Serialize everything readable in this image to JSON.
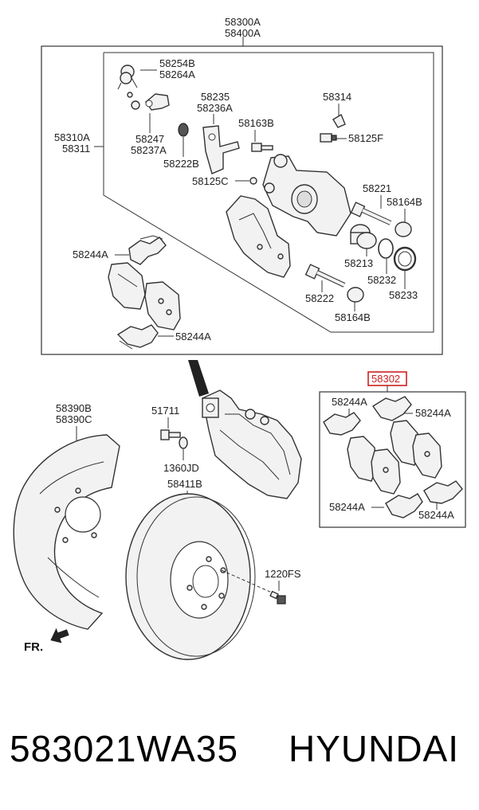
{
  "labels": {
    "assy_top_1": "58300A",
    "assy_top_2": "58400A",
    "caliper_1": "58310A",
    "caliper_2": "58311",
    "spring_1": "58254B",
    "spring_2": "58264A",
    "bracket_1": "58235",
    "bracket_2": "58236A",
    "clip_1": "58247",
    "clip_2": "58237A",
    "bleeder_cap": "58314",
    "bolt_a": "58163B",
    "bleeder": "58125F",
    "boot_a": "58222B",
    "bleeder_c": "58125C",
    "guide_pin_a": "58221",
    "boot_b": "58164B",
    "piston": "58213",
    "seal": "58232",
    "dust_boot": "58233",
    "guide_pin_b": "58222",
    "boot_c": "58164B",
    "pad_clip_top": "58244A",
    "pad_clip_bottom": "58244A",
    "pad_kit": "58302",
    "kit_clip_tl": "58244A",
    "kit_clip_tr": "58244A",
    "kit_clip_bl": "58244A",
    "kit_clip_br": "58244A",
    "shield_1": "58390B",
    "shield_2": "58390C",
    "bolt_caliper": "51711",
    "washer": "1360JD",
    "disc": "58411B",
    "screw": "1220FS",
    "front_arrow": "FR."
  },
  "footer": {
    "part_number": "583021WA35",
    "brand": "HYUNDAI"
  },
  "colors": {
    "highlight": "#cc2222"
  }
}
